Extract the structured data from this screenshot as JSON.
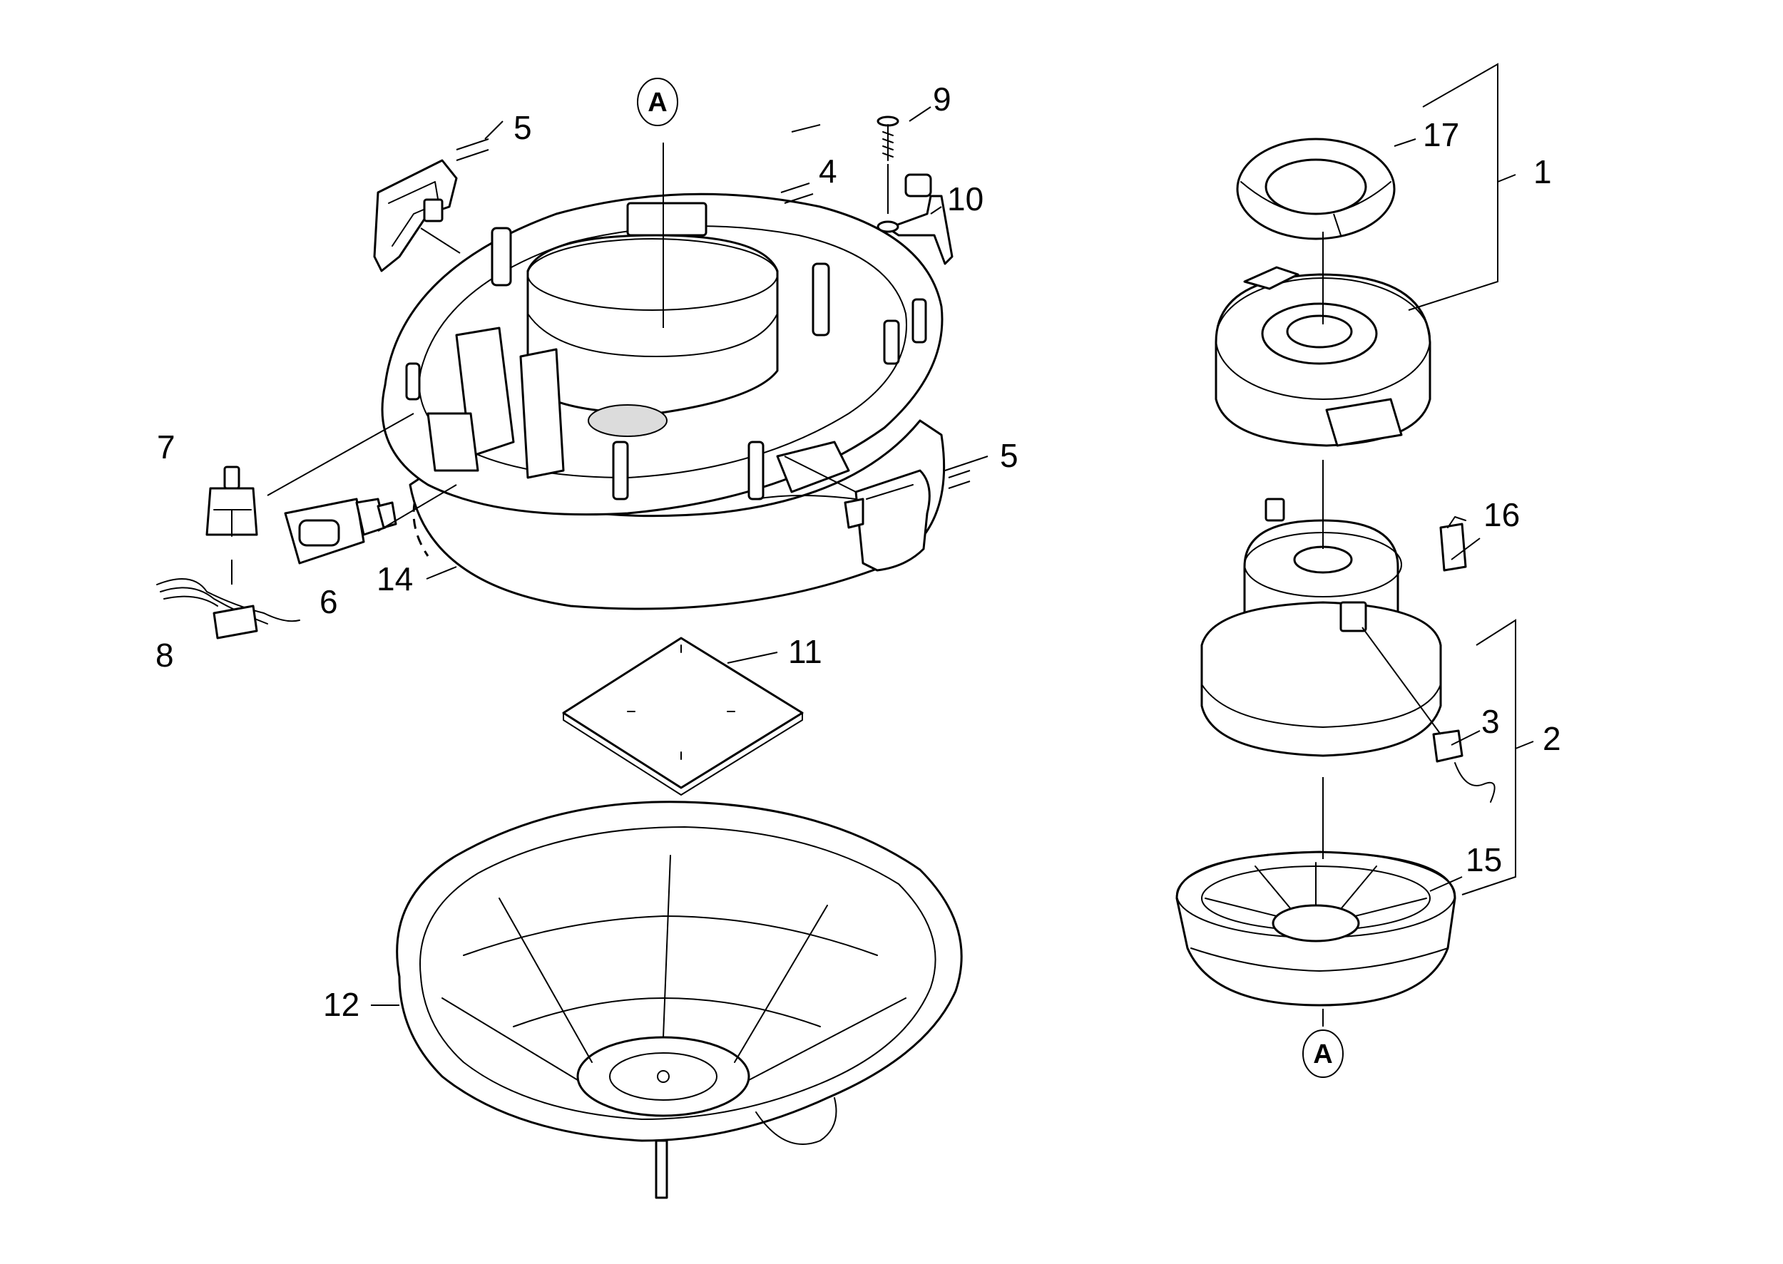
{
  "callouts": {
    "c1": "1",
    "c2": "2",
    "c3": "3",
    "c4": "4",
    "c5a": "5",
    "c5b": "5",
    "c6": "6",
    "c7": "7",
    "c8": "8",
    "c9": "9",
    "c10": "10",
    "c11": "11",
    "c12": "12",
    "c14": "14",
    "c15": "15",
    "c16": "16",
    "c17": "17"
  },
  "reference_markers": {
    "top": "A",
    "bottom": "A"
  },
  "colors": {
    "line": "#000000",
    "background": "#ffffff"
  }
}
